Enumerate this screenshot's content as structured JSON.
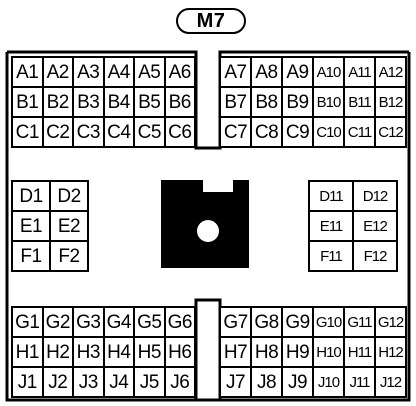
{
  "connector": {
    "label": "M7"
  },
  "blocks": {
    "top_left": {
      "rows": [
        [
          "A1",
          "A2",
          "A3",
          "A4",
          "A5",
          "A6"
        ],
        [
          "B1",
          "B2",
          "B3",
          "B4",
          "B5",
          "B6"
        ],
        [
          "C1",
          "C2",
          "C3",
          "C4",
          "C5",
          "C6"
        ]
      ]
    },
    "top_right": {
      "rows": [
        [
          "A7",
          "A8",
          "A9",
          "A10",
          "A11",
          "A12"
        ],
        [
          "B7",
          "B8",
          "B9",
          "B10",
          "B11",
          "B12"
        ],
        [
          "C7",
          "C8",
          "C9",
          "C10",
          "C11",
          "C12"
        ]
      ]
    },
    "mid_left": {
      "rows": [
        [
          "D1",
          "D2"
        ],
        [
          "E1",
          "E2"
        ],
        [
          "F1",
          "F2"
        ]
      ]
    },
    "mid_right": {
      "rows": [
        [
          "D11",
          "D12"
        ],
        [
          "E11",
          "E12"
        ],
        [
          "F11",
          "F12"
        ]
      ]
    },
    "bottom_left": {
      "rows": [
        [
          "G1",
          "G2",
          "G3",
          "G4",
          "G5",
          "G6"
        ],
        [
          "H1",
          "H2",
          "H3",
          "H4",
          "H5",
          "H6"
        ],
        [
          "J1",
          "J2",
          "J3",
          "J4",
          "J5",
          "J6"
        ]
      ]
    },
    "bottom_right": {
      "rows": [
        [
          "G7",
          "G8",
          "G9",
          "G10",
          "G11",
          "G12"
        ],
        [
          "H7",
          "H8",
          "H9",
          "H10",
          "H11",
          "H12"
        ],
        [
          "J7",
          "J8",
          "J9",
          "J10",
          "J11",
          "J12"
        ]
      ]
    }
  }
}
